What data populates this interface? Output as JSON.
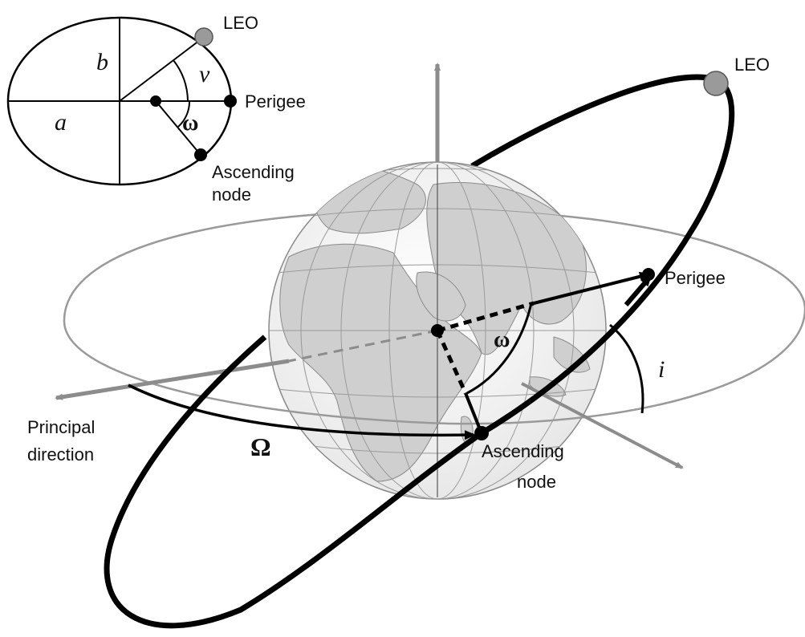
{
  "inset": {
    "leo_label": "LEO",
    "perigee_label": "Perigee",
    "ascending_node_line1": "Ascending",
    "ascending_node_line2": "node",
    "a_label": "a",
    "b_label": "b",
    "nu_label": "v",
    "omega_label": "ω"
  },
  "main": {
    "leo_label": "LEO",
    "perigee_label": "Perigee",
    "ascending_node_line1": "Ascending",
    "ascending_node_line2": "node",
    "principal_direction_line1": "Principal",
    "principal_direction_line2": "direction",
    "Omega_label": "Ω",
    "omega_label": "ω",
    "inclination_label": "i"
  },
  "colors": {
    "orbit": "#000000",
    "equator": "#9a9a9a",
    "axis": "#8c8c8c",
    "satellite": "#9a9a9a",
    "globe_land": "#cfcfcf",
    "globe_sea": "#f3f3f3"
  }
}
